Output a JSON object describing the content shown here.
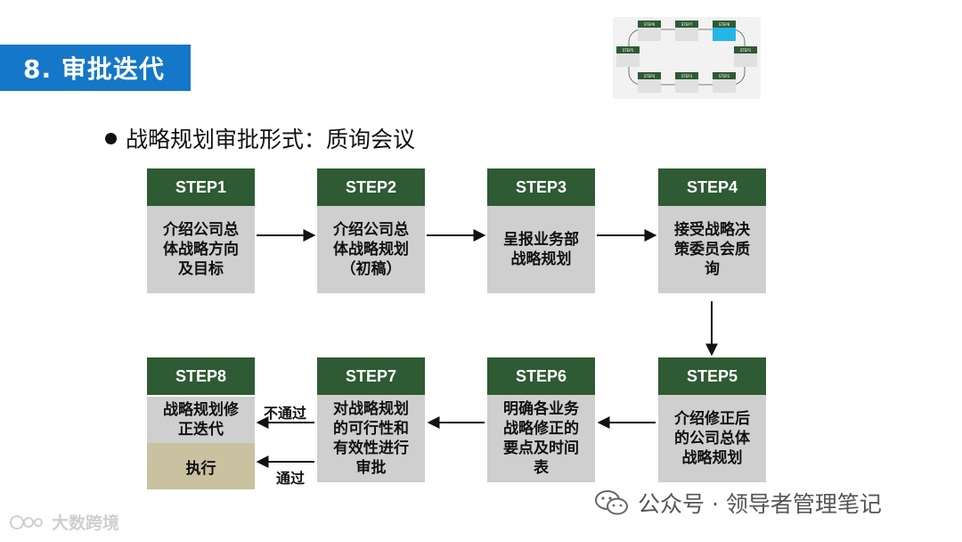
{
  "title": "8. 审批迭代",
  "bullet": "战略规划审批形式：质询会议",
  "colors": {
    "title_bg": "#1577c8",
    "step_head": "#2e5b33",
    "step_body": "#cfcfcf",
    "execute_bg": "#c9c1a0"
  },
  "steps": [
    {
      "head": "STEP1",
      "body": "介绍公司总\n体战略方向\n及目标"
    },
    {
      "head": "STEP2",
      "body": "介绍公司总\n体战略规划\n（初稿）"
    },
    {
      "head": "STEP3",
      "body": "呈报业务部\n战略规划"
    },
    {
      "head": "STEP4",
      "body": "接受战略决\n策委员会质\n询"
    },
    {
      "head": "STEP5",
      "body": "介绍修正后\n的公司总体\n战略规划"
    },
    {
      "head": "STEP6",
      "body": "明确各业务\n战略修正的\n要点及时间\n表"
    },
    {
      "head": "STEP7",
      "body": "对战略规划\n的可行性和\n有效性进行\n审批"
    },
    {
      "head": "STEP8",
      "body": "战略规划修\n正迭代",
      "execute": "执行"
    }
  ],
  "labels": {
    "fail": "不通过",
    "pass": "通过"
  },
  "footer_logo": "大数跨境",
  "watermark": "公众号 · 领导者管理笔记"
}
